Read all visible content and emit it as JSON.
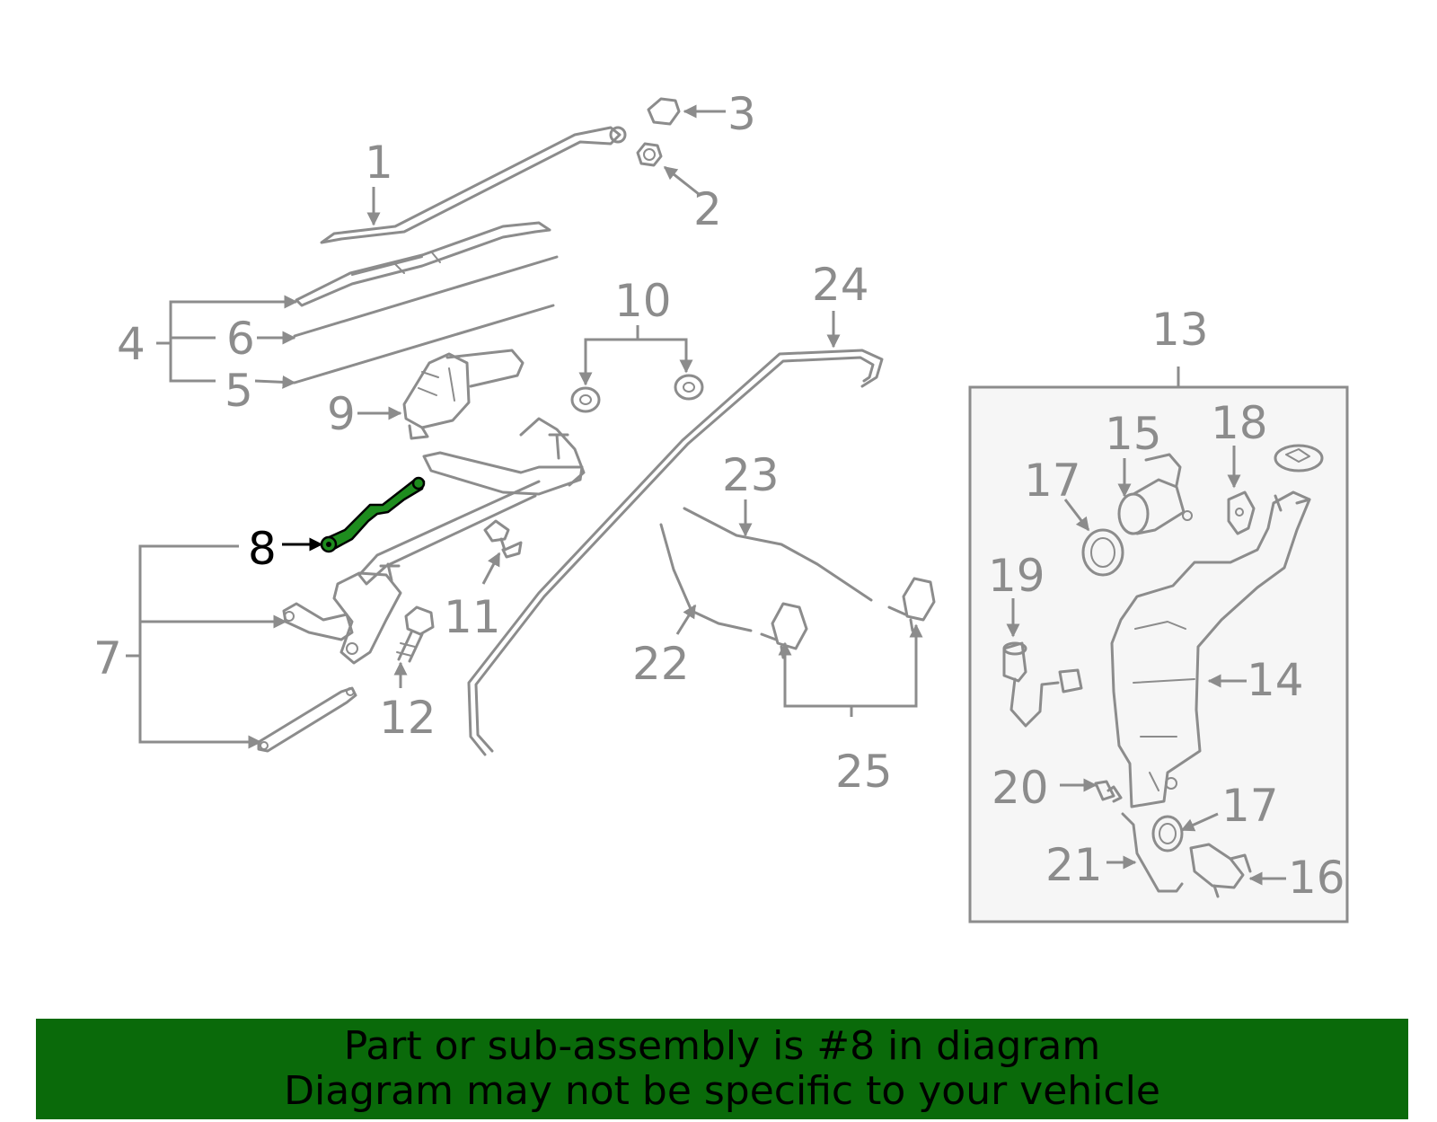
{
  "diagram": {
    "highlight_color": "#1e8c1e",
    "line_color": "#8c8c8c",
    "callouts": [
      {
        "id": "c1",
        "text": "1"
      },
      {
        "id": "c2",
        "text": "2"
      },
      {
        "id": "c3",
        "text": "3"
      },
      {
        "id": "c4",
        "text": "4"
      },
      {
        "id": "c5",
        "text": "5"
      },
      {
        "id": "c6",
        "text": "6"
      },
      {
        "id": "c7",
        "text": "7"
      },
      {
        "id": "c8",
        "text": "8"
      },
      {
        "id": "c9",
        "text": "9"
      },
      {
        "id": "c10",
        "text": "10"
      },
      {
        "id": "c11",
        "text": "11"
      },
      {
        "id": "c12",
        "text": "12"
      },
      {
        "id": "c13",
        "text": "13"
      },
      {
        "id": "c14",
        "text": "14"
      },
      {
        "id": "c15",
        "text": "15"
      },
      {
        "id": "c16",
        "text": "16"
      },
      {
        "id": "c17a",
        "text": "17"
      },
      {
        "id": "c17b",
        "text": "17"
      },
      {
        "id": "c18",
        "text": "18"
      },
      {
        "id": "c19",
        "text": "19"
      },
      {
        "id": "c20",
        "text": "20"
      },
      {
        "id": "c21",
        "text": "21"
      },
      {
        "id": "c22",
        "text": "22"
      },
      {
        "id": "c23",
        "text": "23"
      },
      {
        "id": "c24",
        "text": "24"
      },
      {
        "id": "c25",
        "text": "25"
      }
    ]
  },
  "banner": {
    "background": "#0a6a0a",
    "line1": "Part or sub-assembly is #8 in diagram",
    "line2": "Diagram may not be specific to your vehicle"
  }
}
